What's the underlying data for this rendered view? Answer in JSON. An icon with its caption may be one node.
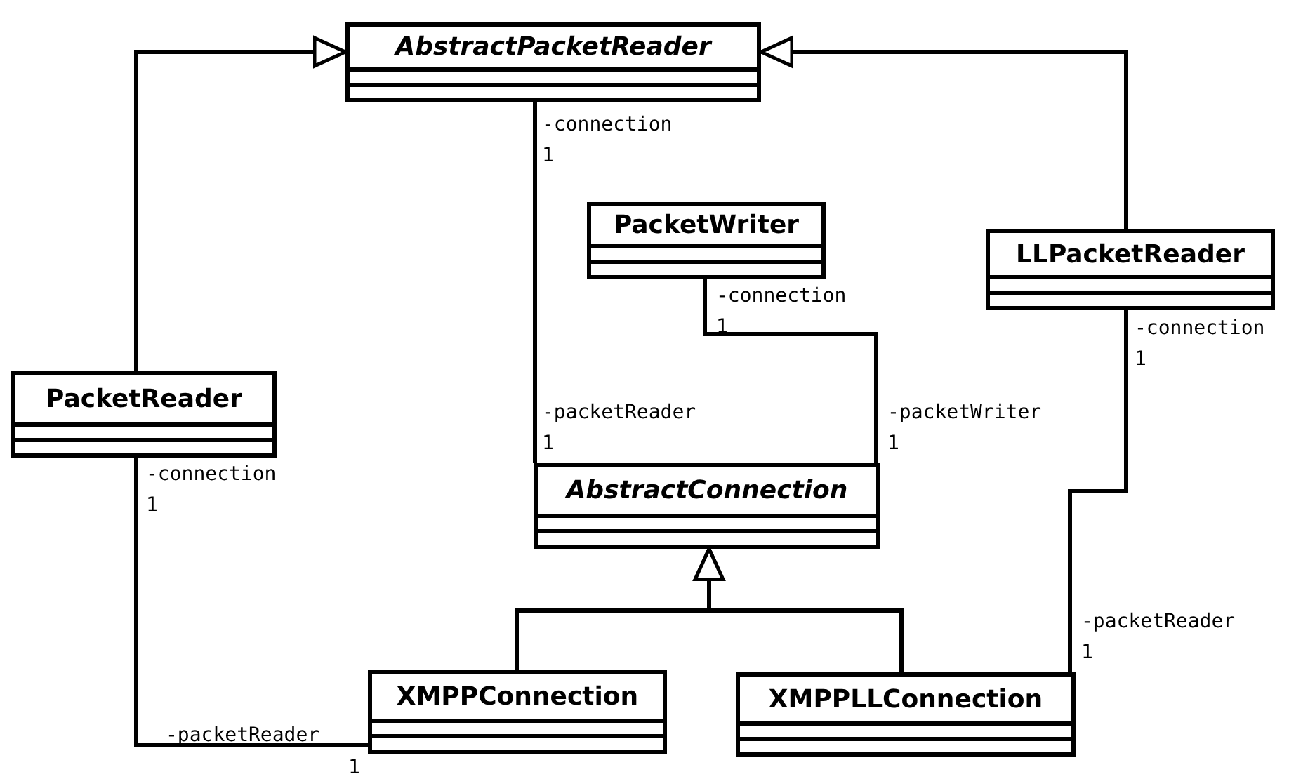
{
  "diagram": {
    "nodes": [
      {
        "text": [
          "AbstractPacketReader"
        ]
      },
      {
        "text": [
          "PacketWriter"
        ]
      },
      {
        "text": [
          "LLPacketReader"
        ]
      },
      {
        "text": [
          "PacketReader"
        ]
      },
      {
        "text": [
          "AbstractConnection"
        ]
      },
      {
        "text": [
          "XMPPConnection"
        ]
      },
      {
        "text": [
          "XMPPLLConnection"
        ]
      }
    ],
    "edges": [
      {
        "from": 3,
        "to": 0,
        "arrow": "to"
      },
      {
        "from": 2,
        "to": 0,
        "arrow": "to"
      },
      {
        "from": 0,
        "to": 4,
        "arrow": "none"
      },
      {
        "from": 1,
        "to": 4,
        "arrow": "none"
      },
      {
        "from": 2,
        "to": 6,
        "arrow": "none"
      },
      {
        "from": 3,
        "to": 5,
        "arrow": "none"
      },
      {
        "from": 5,
        "to": 4,
        "arrow": "to"
      },
      {
        "from": 6,
        "to": 4,
        "arrow": "to"
      }
    ],
    "labels": [
      "-connection",
      "1",
      "-connection",
      "1",
      "-connection",
      "1",
      "-connection",
      "1",
      "-packetReader",
      "1",
      "-packetWriter",
      "1",
      "-packetReader",
      "1",
      "-packetReader",
      "1"
    ]
  }
}
